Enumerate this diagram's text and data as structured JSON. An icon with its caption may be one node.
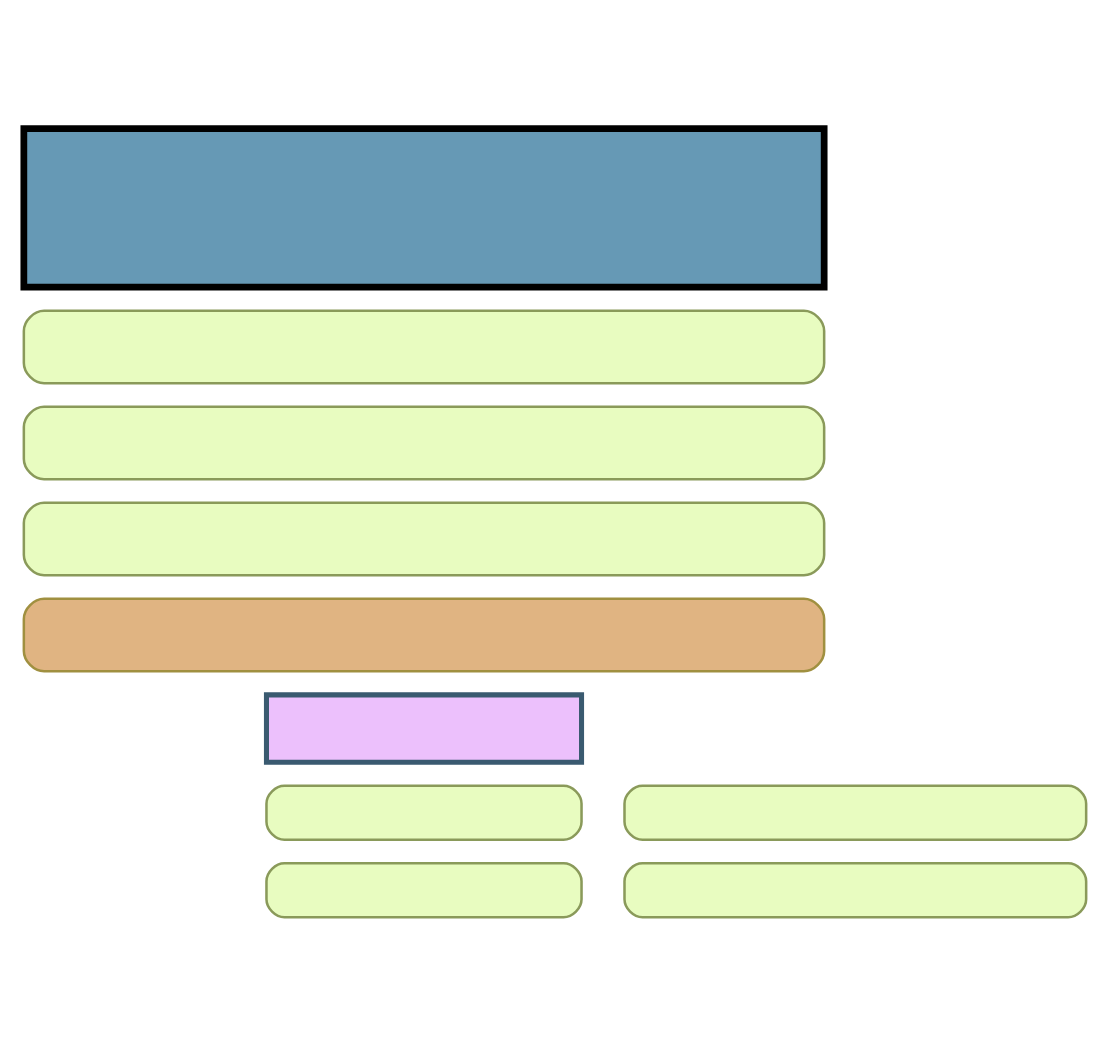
{
  "diagram": {
    "nodes": [
      {
        "text": [],
        "shape": "box"
      },
      {
        "text": [],
        "shape": "box"
      },
      {
        "text": [],
        "shape": "box"
      },
      {
        "text": [],
        "shape": "box"
      },
      {
        "text": [],
        "shape": "box"
      },
      {
        "text": [],
        "shape": "box"
      },
      {
        "text": [],
        "shape": "box"
      },
      {
        "text": [],
        "shape": "box"
      },
      {
        "text": [],
        "shape": "box"
      },
      {
        "text": [],
        "shape": "box"
      }
    ],
    "edges": []
  }
}
